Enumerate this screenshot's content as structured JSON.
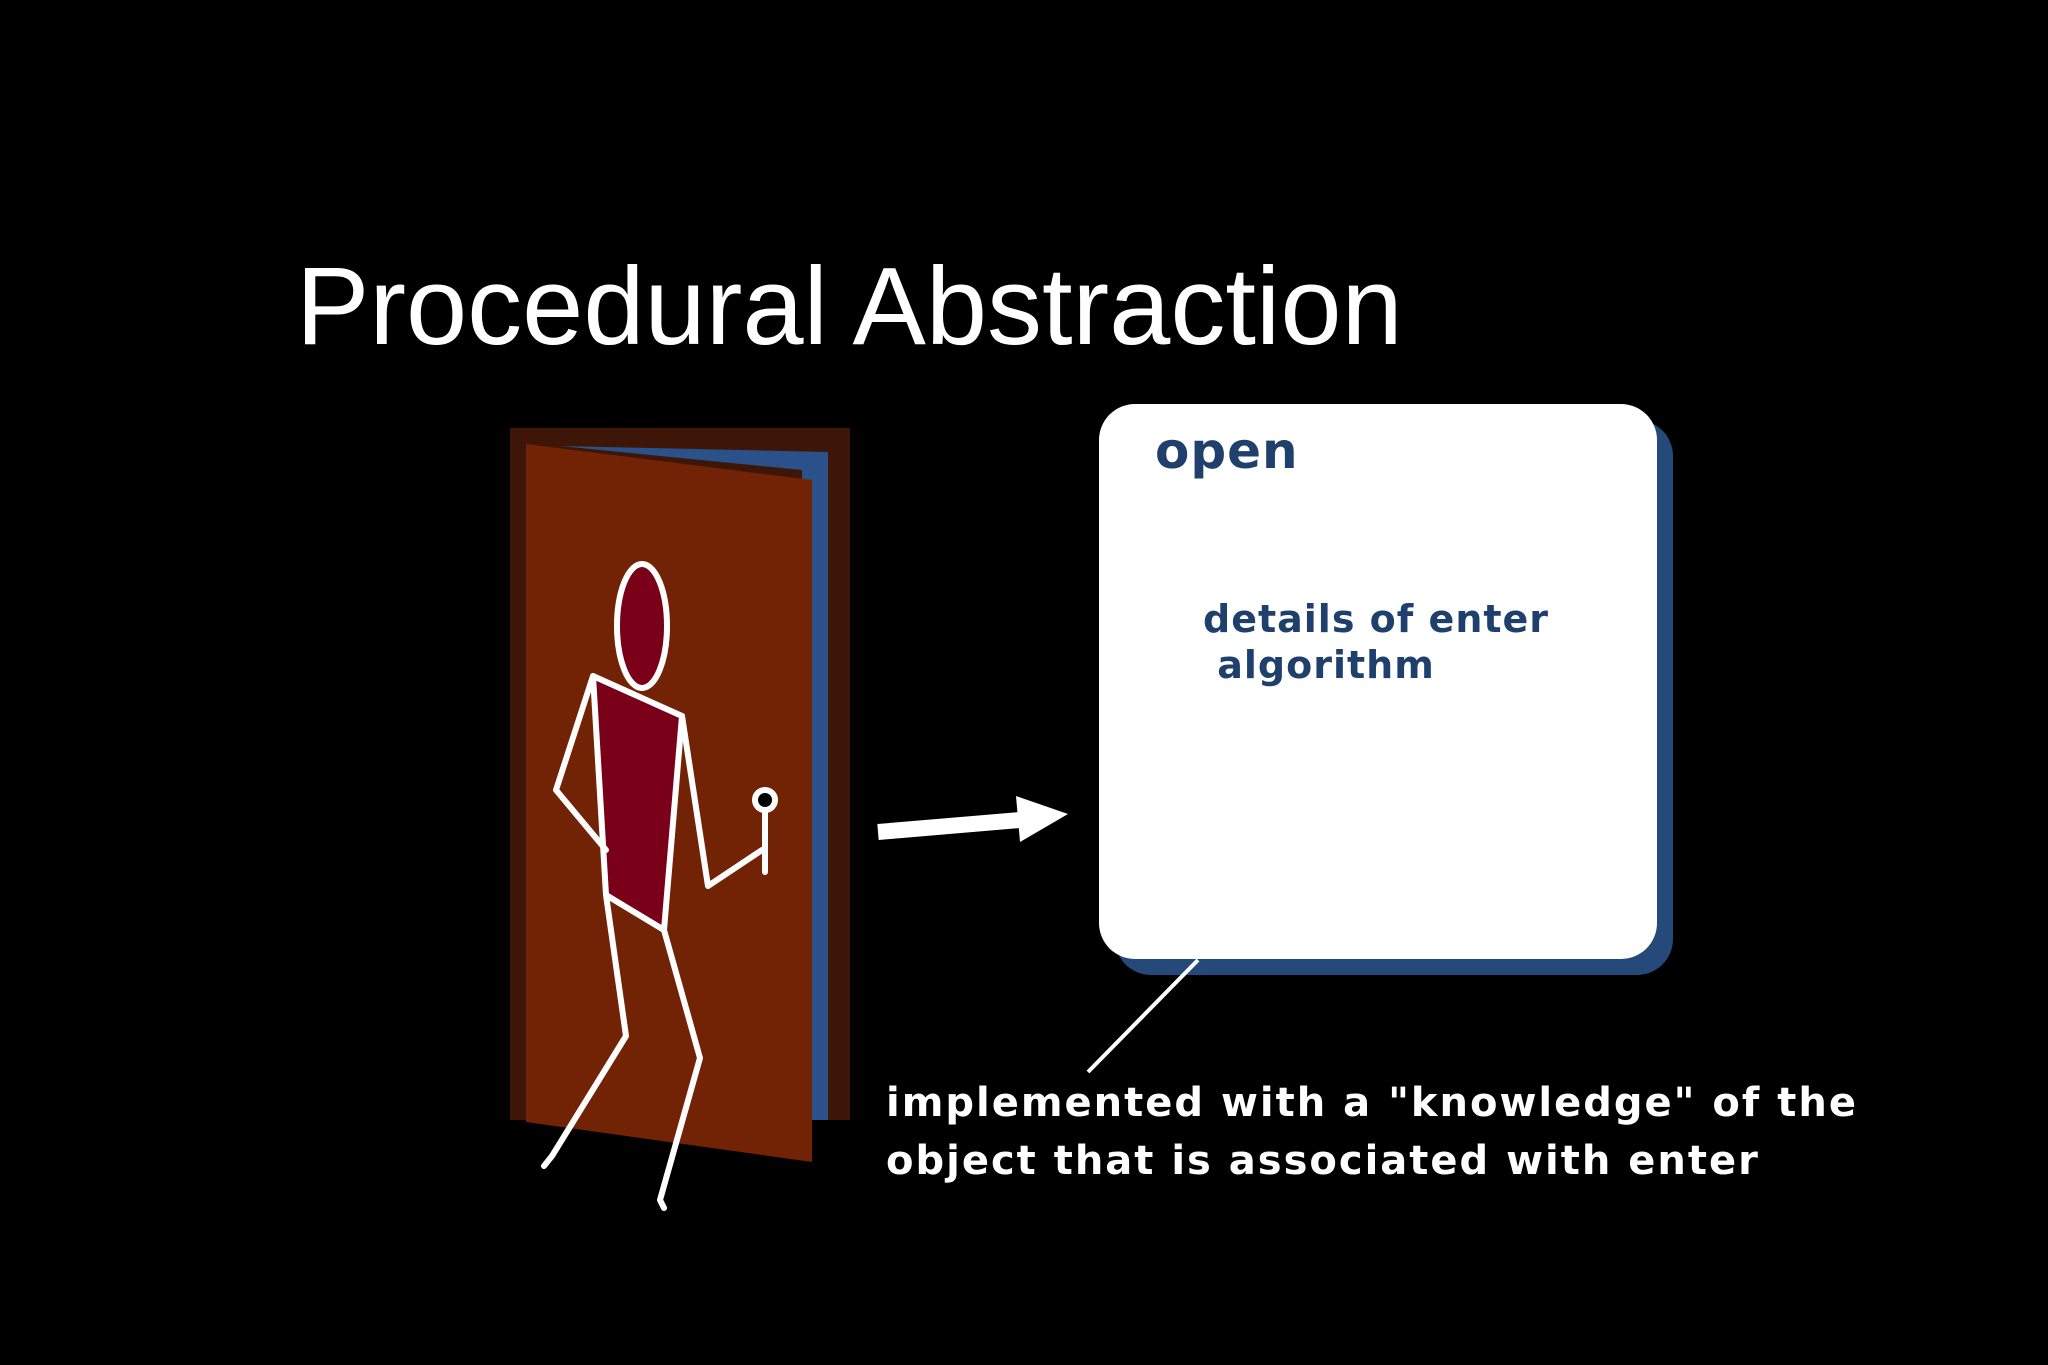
{
  "slide": {
    "title": "Procedural Abstraction"
  },
  "card": {
    "heading": "open",
    "body": "details of enter\n algorithm"
  },
  "caption": {
    "text": "implemented with a \"knowledge\" of the\nobject that is associated with enter"
  },
  "colors": {
    "background": "#000000",
    "door": "#722305",
    "door_frame": "#3d1608",
    "door_edge": "#2a5189",
    "figure_body": "#7a0019",
    "card_text": "#1f3f6c",
    "card_shadow": "#254a7a",
    "stroke": "#ffffff"
  },
  "icons": {
    "figure": "stick-figure-icon",
    "door": "door-icon",
    "arrow": "right-arrow-icon"
  }
}
